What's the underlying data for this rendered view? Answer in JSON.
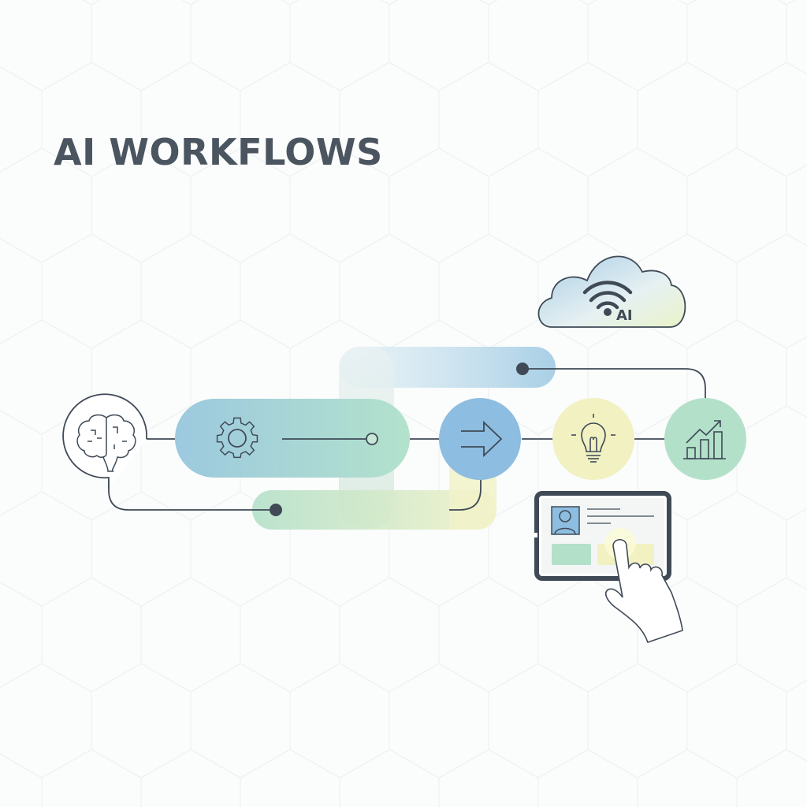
{
  "title": "AI WORKFLOWS",
  "cloud": {
    "label": "AI",
    "icon": "wifi-icon"
  },
  "nodes": [
    {
      "id": "brain",
      "icon": "brain-icon"
    },
    {
      "id": "settings",
      "icon": "gear-icon"
    },
    {
      "id": "process",
      "icon": "arrow-right-icon"
    },
    {
      "id": "idea",
      "icon": "lightbulb-icon"
    },
    {
      "id": "analytics",
      "icon": "bar-chart-trend-icon"
    }
  ],
  "device": {
    "icon": "tablet-icon",
    "user_icon": "user-profile-icon",
    "hand_icon": "pointing-hand-icon"
  },
  "colors": {
    "title": "#4a5560",
    "stroke": "#3f4a56",
    "blue": "#8dbde0",
    "teal": "#a8dac9",
    "yellow": "#f1f1c2",
    "green": "#b5e0c9"
  }
}
